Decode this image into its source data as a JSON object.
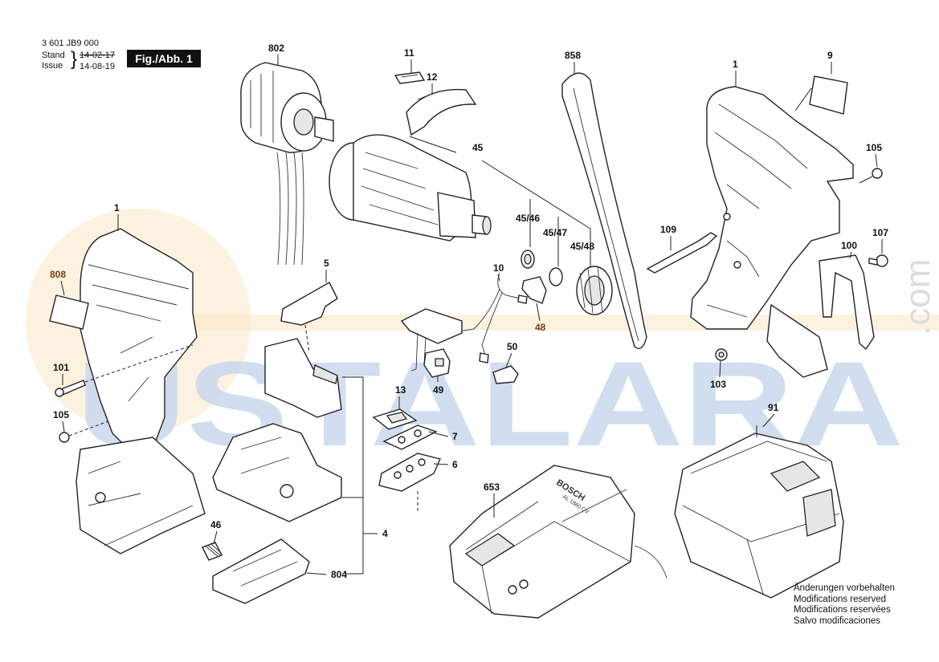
{
  "header": {
    "part_number": "3 601 JB9 000",
    "stand_label": "Stand",
    "issue_label": "Issue",
    "stand_date_struck": "14-02-17",
    "issue_date": "14-08-19",
    "figure_badge": "Fig./Abb. 1"
  },
  "watermark": {
    "text": "USTALARA",
    "suffix": ".com"
  },
  "labels": {
    "l_802": "802",
    "l_11": "11",
    "l_12": "12",
    "l_858": "858",
    "l_1_top": "1",
    "l_9": "9",
    "l_45": "45",
    "l_45_46": "45/46",
    "l_45_47": "45/47",
    "l_45_48": "45/48",
    "l_105_right": "105",
    "l_109": "109",
    "l_107": "107",
    "l_100": "100",
    "l_1_left": "1",
    "l_808": "808",
    "l_5": "5",
    "l_10": "10",
    "l_48": "48",
    "l_50": "50",
    "l_49": "49",
    "l_101": "101",
    "l_105_left": "105",
    "l_13": "13",
    "l_7": "7",
    "l_6": "6",
    "l_4": "4",
    "l_103": "103",
    "l_91": "91",
    "l_653": "653",
    "l_46": "46",
    "l_804": "804"
  },
  "product_markings": {
    "charger_brand": "BOSCH",
    "charger_model": "AL 1860 CV"
  },
  "notes": [
    "Änderungen vorbehalten",
    "Modifications reserved",
    "Modifications reservées",
    "Salvo modificaciones"
  ]
}
